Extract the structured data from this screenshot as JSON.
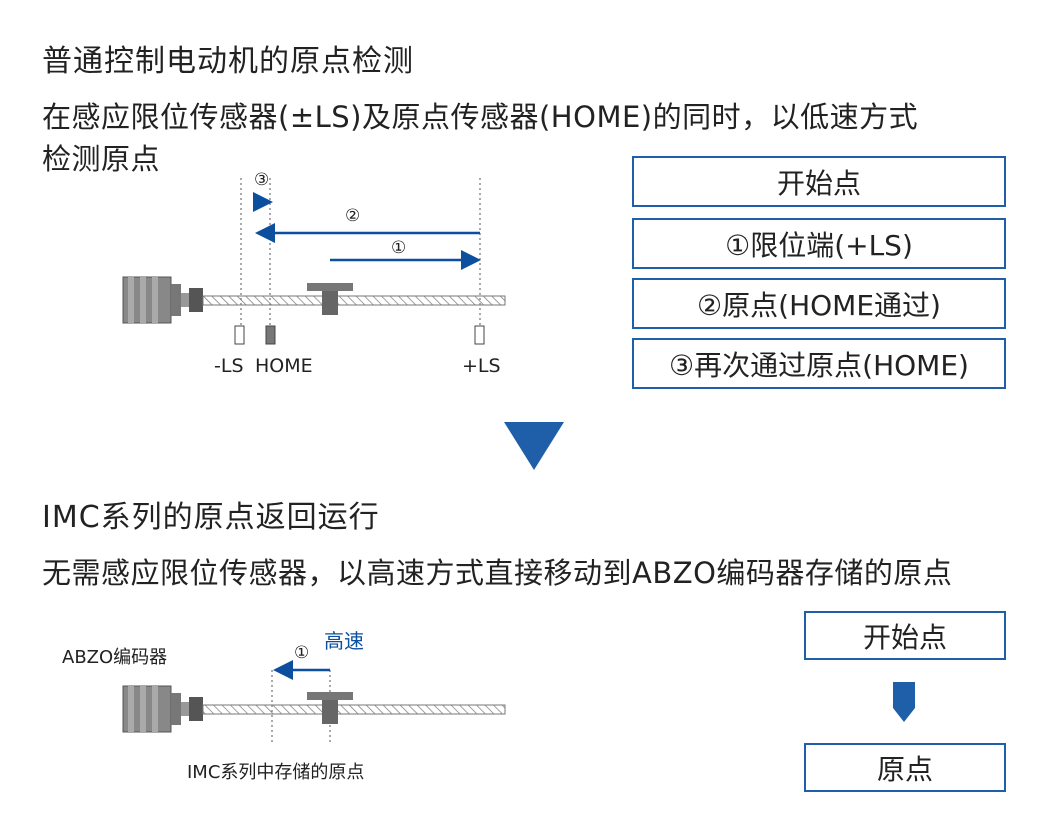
{
  "section1": {
    "title": "普通控制电动机的原点检测",
    "desc_line1": "在感应限位传感器(±LS)及原点传感器(HOME)的同时，以低速方式",
    "desc_line2": "检测原点",
    "diagram": {
      "step_markers": [
        "③",
        "②",
        "①"
      ],
      "sensor_labels": {
        "minus_ls": "-LS",
        "home": "HOME",
        "plus_ls": "+LS"
      }
    },
    "flow": [
      "开始点",
      "①限位端(+LS)",
      "②原点(HOME通过)",
      "③再次通过原点(HOME)"
    ]
  },
  "section2": {
    "title": "IMC系列的原点返回运行",
    "desc": "无需感应限位传感器，以高速方式直接移动到ABZO编码器存储的原点",
    "diagram": {
      "encoder_label": "ABZO编码器",
      "speed_label": "高速",
      "step_marker": "①",
      "stored_origin_label": "IMC系列中存储的原点"
    },
    "flow": [
      "开始点",
      "原点"
    ]
  },
  "colors": {
    "accent": "#1f5fa9",
    "arrow_blue": "#0b4f9e",
    "down_triangle": "#1f5fa9"
  }
}
